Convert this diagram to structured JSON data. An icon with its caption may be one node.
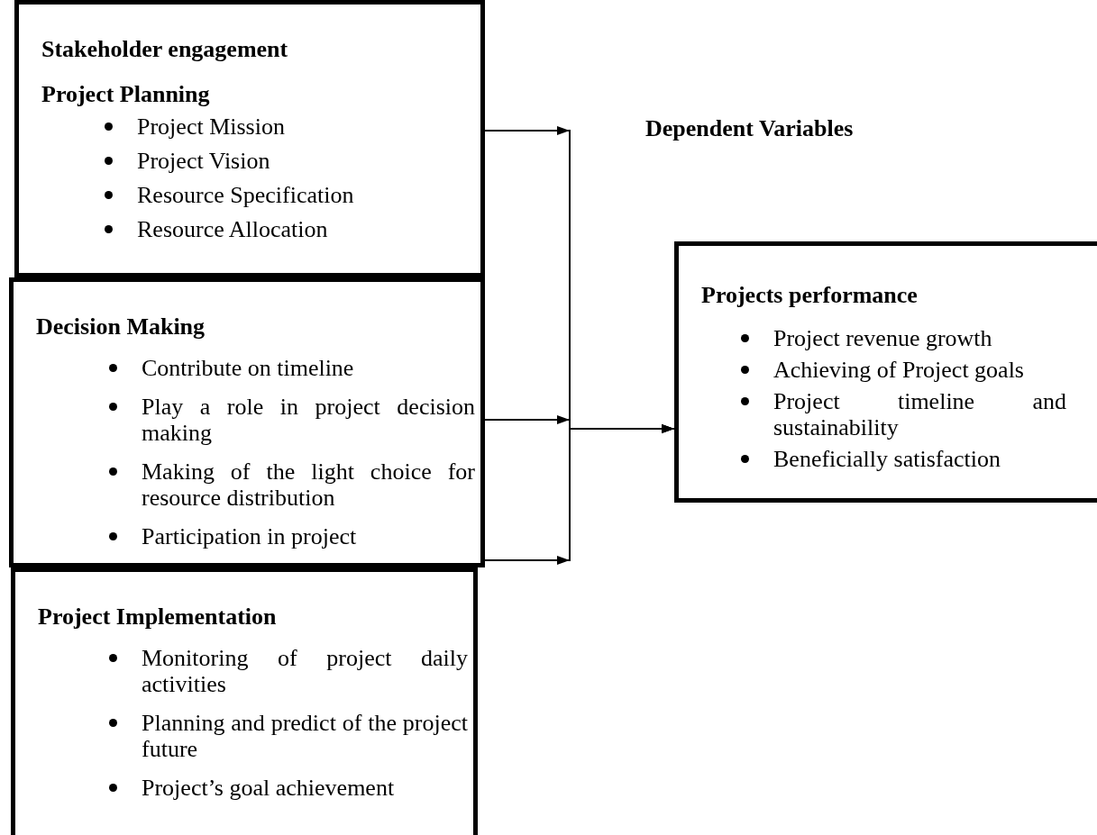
{
  "diagram": {
    "nodes": [
      {
        "text": [
          "Stakeholder engagement",
          "Project Planning",
          "Project Mission",
          "Project Vision",
          "Resource Specification",
          "Resource Allocation"
        ]
      },
      {
        "text": [
          "Decision Making",
          "Contribute on timeline",
          "Play a role in project decision making",
          "Making of the light choice for resource distribution",
          "Participation in project"
        ]
      },
      {
        "text": [
          "Project Implementation",
          "Monitoring of project daily activities",
          "Planning and predict of the project future",
          "Project’s goal achievement"
        ]
      },
      {
        "text": [
          "Projects performance",
          "Project revenue growth",
          "Achieving of Project goals",
          "Project timeline and sustainability",
          "Beneficially satisfaction"
        ]
      }
    ],
    "edges": [
      {
        "from": 0,
        "to": 3,
        "arrow": "to"
      },
      {
        "from": 1,
        "to": 3,
        "arrow": "to"
      },
      {
        "from": 2,
        "to": 3,
        "arrow": "to"
      }
    ],
    "labels": [
      "Dependent Variables"
    ]
  }
}
